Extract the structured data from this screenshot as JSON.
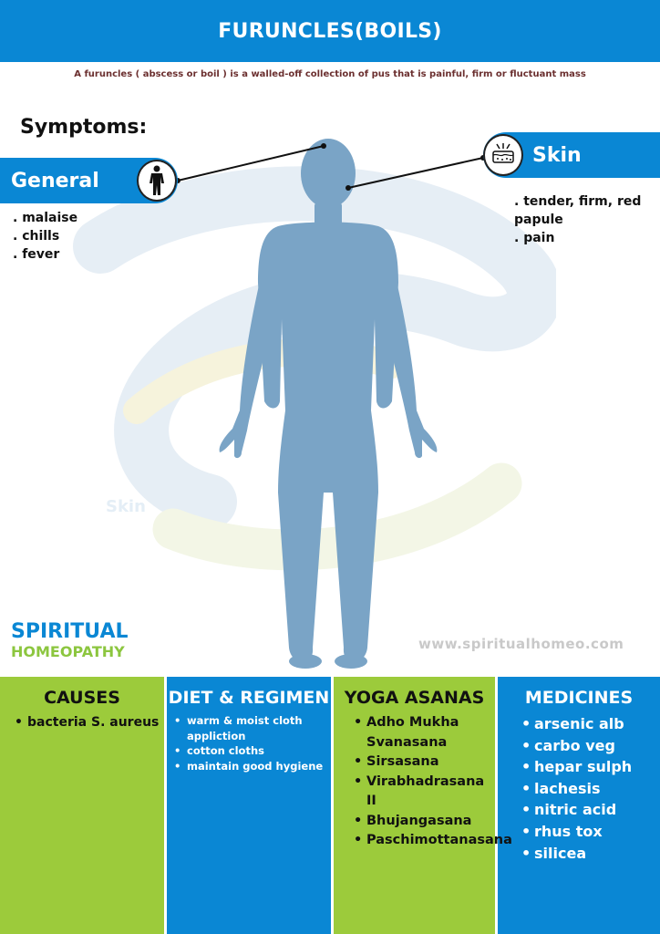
{
  "header": {
    "title": "FURUNCLES(BOILS)"
  },
  "definition": "A furuncles ( abscess or boil ) is a walled-off collection of pus that is  painful, firm or fluctuant mass",
  "symptoms": {
    "title": "Symptoms:",
    "general": {
      "label": "General",
      "icon": "human-body-icon",
      "items": [
        ". malaise",
        ". chills",
        ". fever"
      ]
    },
    "skin": {
      "label": "Skin",
      "icon": "skin-layer-icon",
      "items": [
        ". tender, firm, red papule",
        ". pain"
      ]
    }
  },
  "watermark_text": "Skin",
  "brand": {
    "line1": "SPIRITUAL",
    "line2": "HOMEOPATHY"
  },
  "website": "www.spiritualhomeo.com",
  "colors": {
    "blue": "#0a87d4",
    "green": "#9ccb3b",
    "body": "#7aa4c6"
  },
  "columns": {
    "causes": {
      "title": "CAUSES",
      "items": [
        "bacteria S. aureus"
      ]
    },
    "diet": {
      "title": "DIET & REGIMEN",
      "items": [
        "warm & moist cloth appliction",
        "cotton cloths",
        "maintain good hygiene"
      ]
    },
    "yoga": {
      "title": "YOGA ASANAS",
      "items": [
        "Adho Mukha Svanasana",
        "Sirsasana",
        "Virabhadrasana II",
        "Bhujangasana",
        "Paschimottanasana"
      ]
    },
    "medicines": {
      "title": "MEDICINES",
      "items": [
        "arsenic alb",
        "carbo veg",
        "hepar sulph",
        "lachesis",
        "nitric acid",
        "rhus tox",
        "silicea"
      ]
    }
  }
}
